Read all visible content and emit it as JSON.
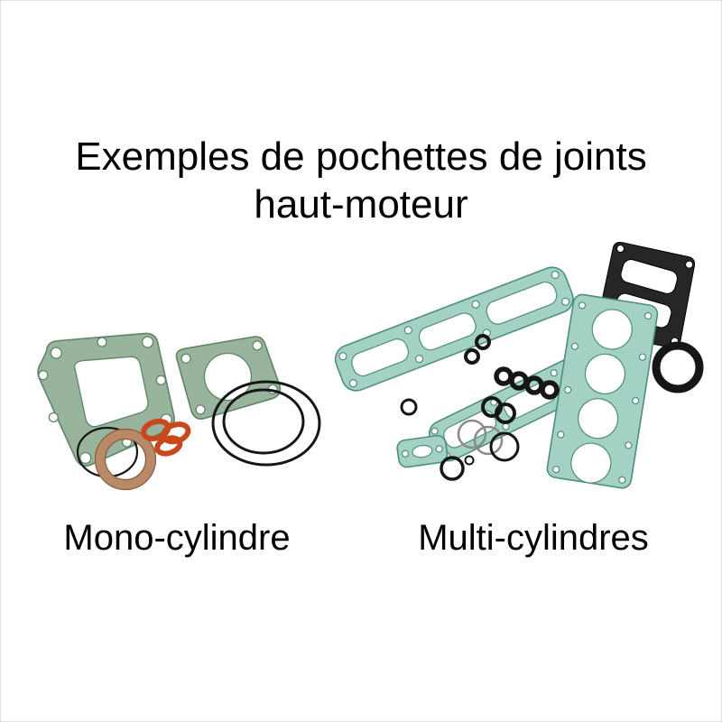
{
  "page": {
    "title_line1": "Exemples de pochettes de joints",
    "title_line2": "haut-moteur"
  },
  "figures": [
    {
      "label": "Mono-cylindre"
    },
    {
      "label": "Multi-cylindres"
    }
  ],
  "colors": {
    "background": "#ffffff",
    "text": "#000000",
    "gasket_green": "#98b49c",
    "gasket_green_edge": "#5f8468",
    "gasket_teal": "#a3d2c5",
    "gasket_teal_edge": "#4e8d80",
    "gasket_orange": "#c7481d",
    "gasket_copper": "#b98a68",
    "copper_edge": "#8a5a3c",
    "line_black": "#161616",
    "grey_ring": "#8a8a8a",
    "dark_gasket": "#262626"
  }
}
